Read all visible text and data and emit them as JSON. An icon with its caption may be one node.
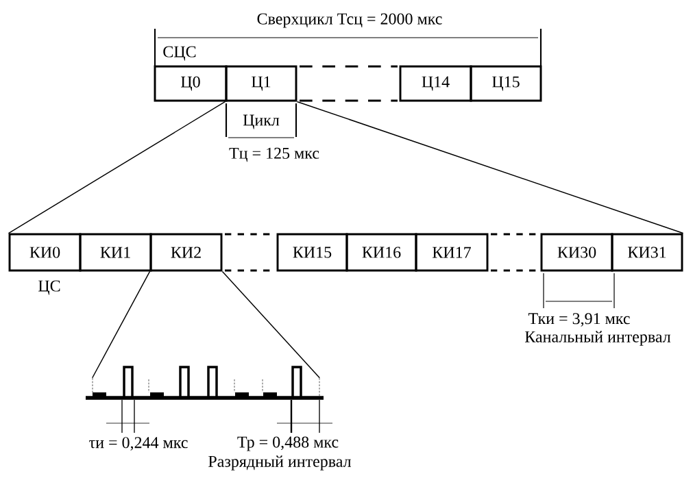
{
  "diagram": {
    "nodes": [
      {
        "text": [
          "Ц0"
        ]
      },
      {
        "text": [
          "Ц1"
        ]
      },
      {
        "text": [
          "Ц14"
        ]
      },
      {
        "text": [
          "Ц15"
        ]
      },
      {
        "text": [
          "КИ0"
        ]
      },
      {
        "text": [
          "КИ1"
        ]
      },
      {
        "text": [
          "КИ2"
        ]
      },
      {
        "text": [
          "КИ15"
        ]
      },
      {
        "text": [
          "КИ16"
        ]
      },
      {
        "text": [
          "КИ17"
        ]
      },
      {
        "text": [
          "КИ30"
        ]
      },
      {
        "text": [
          "КИ31"
        ]
      },
      {
        "text": [],
        "shape": "picture"
      }
    ],
    "edges": [
      {
        "from": 1,
        "to": 4,
        "arrow": "none"
      },
      {
        "from": 1,
        "to": 11,
        "arrow": "none"
      },
      {
        "from": 6,
        "to": 12,
        "arrow": "none"
      },
      {
        "from": 6,
        "to": 12,
        "arrow": "none"
      }
    ],
    "labels": [
      "Сверхцикл Тсц = 2000 мкс",
      "СЦС",
      "Цикл",
      "Тц = 125 мкс",
      "ЦС",
      "Тки = 3,91 мкс",
      "Канальный интервал",
      "τи = 0,244 мкс",
      "Тр = 0,488 мкс",
      "Разрядный интервал"
    ]
  }
}
